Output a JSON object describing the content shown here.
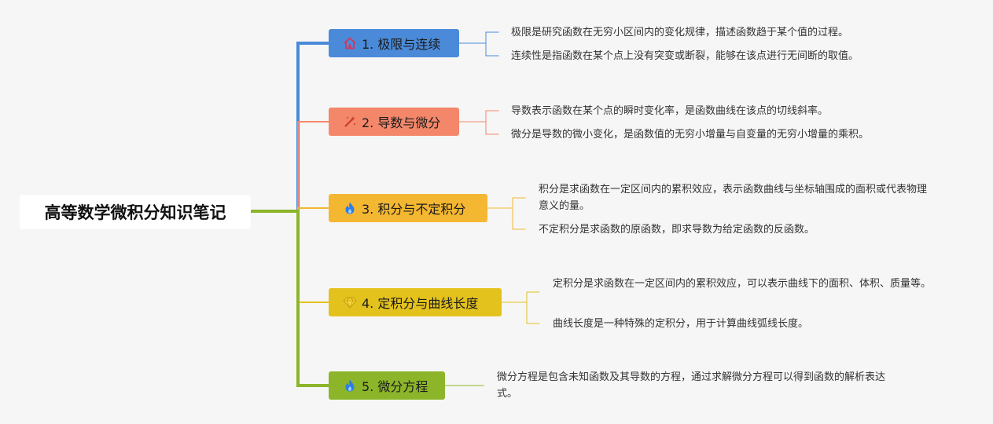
{
  "root": {
    "title": "高等数学微积分知识笔记"
  },
  "branches": [
    {
      "label": "1. 极限与连续",
      "icon": "house-icon",
      "color": "#4a8ad9",
      "leaves": [
        "极限是研究函数在无穷小区间内的变化规律，描述函数趋于某个值的过程。",
        "连续性是指函数在某个点上没有突变或断裂，能够在该点进行无间断的取值。"
      ]
    },
    {
      "label": "2. 导数与微分",
      "icon": "wand-icon",
      "color": "#f4876a",
      "leaves": [
        "导数表示函数在某个点的瞬时变化率，是函数曲线在该点的切线斜率。",
        "微分是导数的微小变化，是函数值的无穷小增量与自变量的无穷小增量的乘积。"
      ]
    },
    {
      "label": "3. 积分与不定积分",
      "icon": "flame-icon",
      "color": "#f4b731",
      "leaves": [
        "积分是求函数在一定区间内的累积效应，表示函数曲线与坐标轴围成的面积或代表物理意义的量。",
        "不定积分是求函数的原函数，即求导数为给定函数的反函数。"
      ]
    },
    {
      "label": "4. 定积分与曲线长度",
      "icon": "gem-icon",
      "color": "#e3c21d",
      "leaves": [
        "定积分是求函数在一定区间内的累积效应，可以表示曲线下的面积、体积、质量等。",
        "曲线长度是一种特殊的定积分，用于计算曲线弧线长度。"
      ]
    },
    {
      "label": "5. 微分方程",
      "icon": "flame-icon",
      "color": "#8cb52a",
      "leaves": [
        "微分方程是包含未知函数及其导数的方程，通过求解微分方程可以得到函数的解析表达式。"
      ]
    }
  ]
}
